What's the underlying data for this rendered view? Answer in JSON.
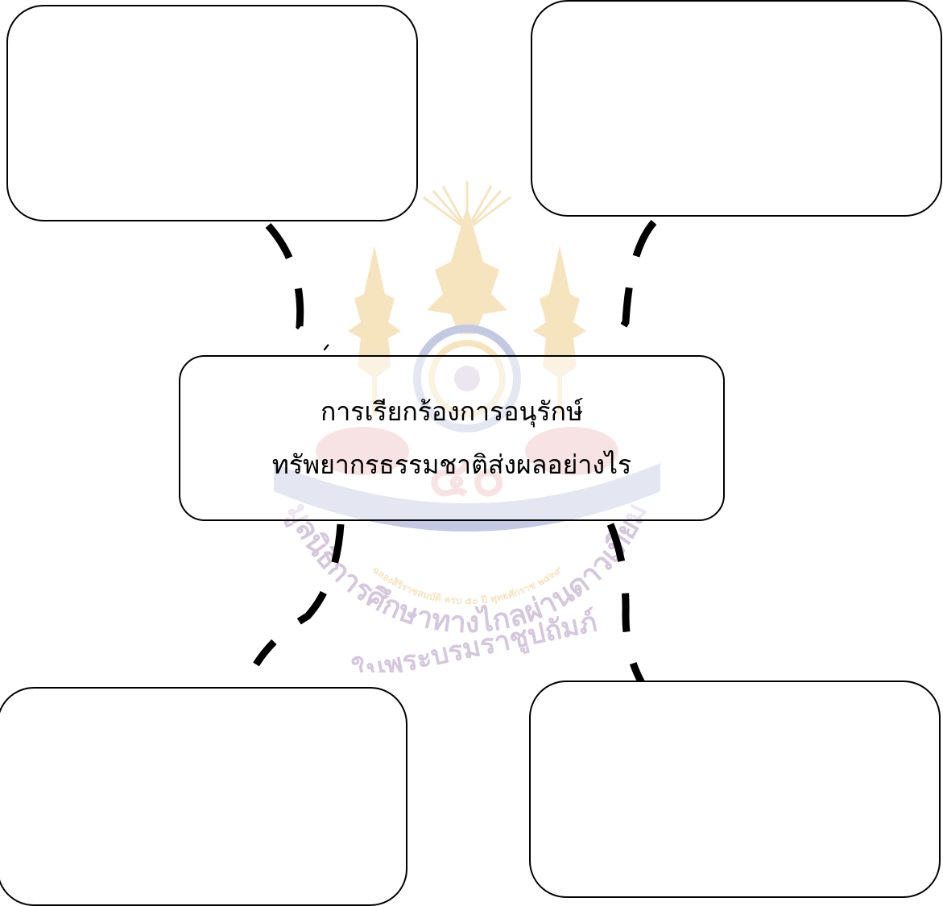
{
  "central_topic": {
    "line1": "การเรียกร้องการอนุรักษ์",
    "line2": "ทรัพยากรธรรมชาติส่งผลอย่างไร"
  },
  "watermark": {
    "arc_text_upper": "มูลนิธิการศึกษาทางไกลผ่านดาวเทียม",
    "arc_text_lower": "ในพระบรมราชูปถัมภ์",
    "ribbon_text": "ฉลองสิริราชสมบัติ ครบ ๕๐ ปี พุทธศักราช ๒๕๓๙",
    "emblem_numeral": "๕๐",
    "colors": {
      "gold": "#e0a21a",
      "red": "#c8202a",
      "blue": "#2a3f9a",
      "purple": "#6b3a8a"
    }
  },
  "answer_boxes": [
    {
      "position": "top-left",
      "text": ""
    },
    {
      "position": "top-right",
      "text": ""
    },
    {
      "position": "bottom-left",
      "text": ""
    },
    {
      "position": "bottom-right",
      "text": ""
    }
  ]
}
